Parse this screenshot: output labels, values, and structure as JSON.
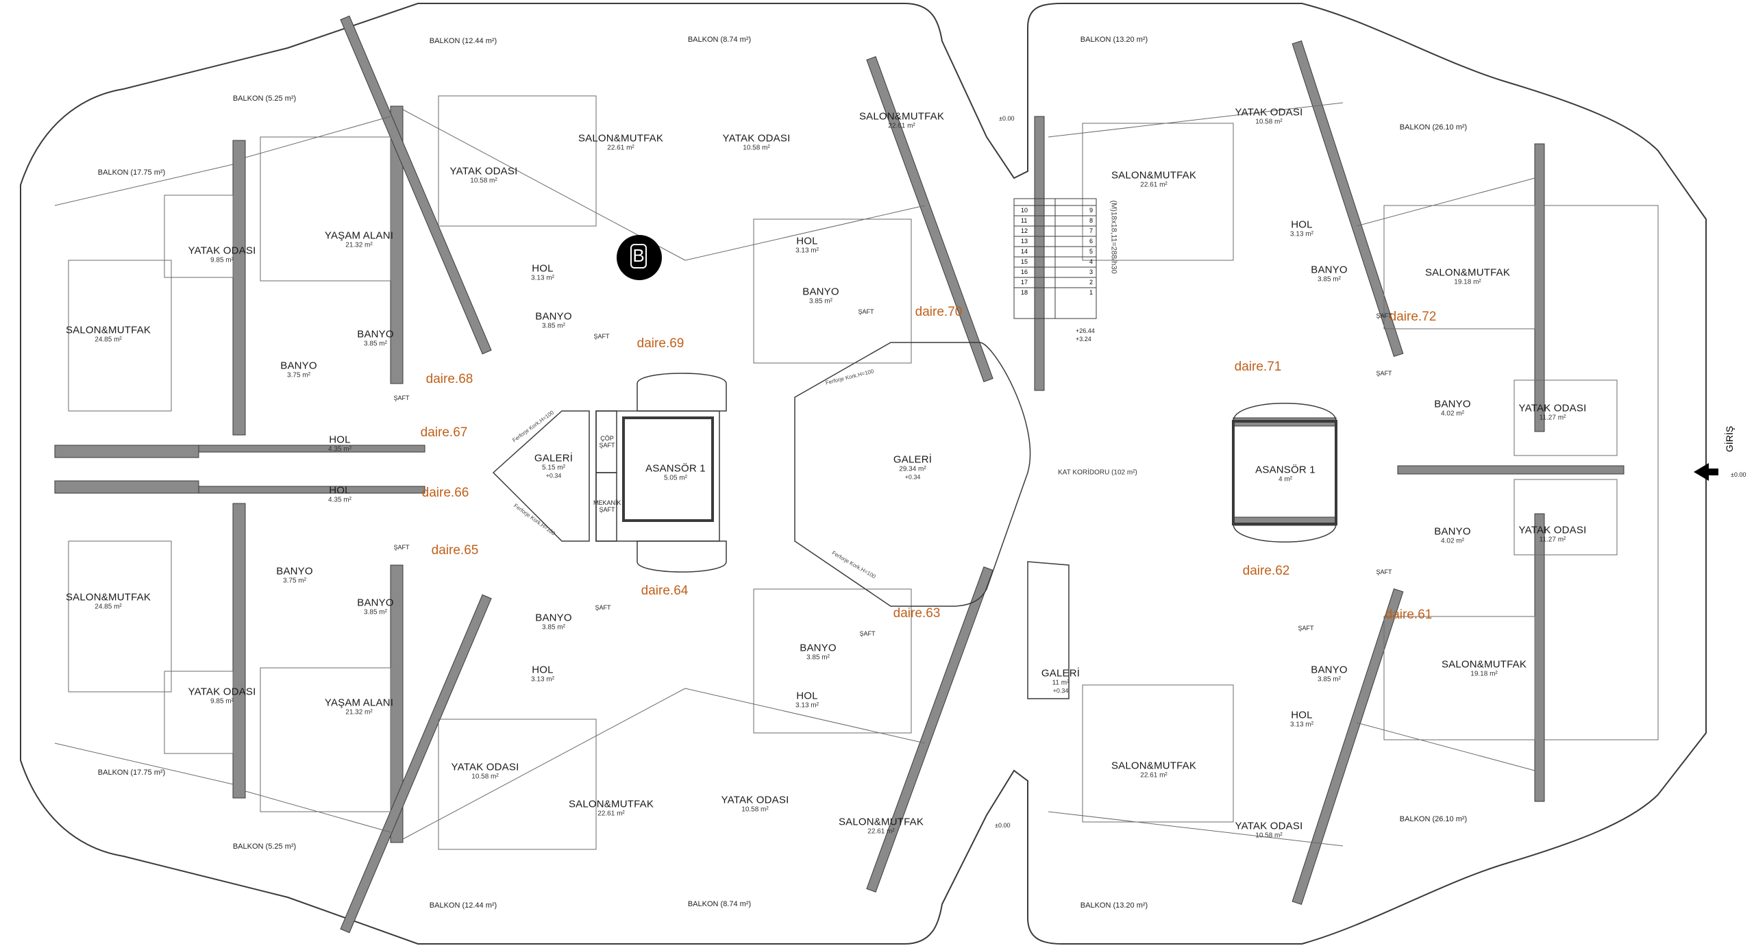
{
  "block": {
    "letter": "B"
  },
  "entrance": {
    "label": "GİRİŞ",
    "level": "±0.00"
  },
  "apartments": [
    {
      "id": "a61",
      "label": "daire.61"
    },
    {
      "id": "a62",
      "label": "daire.62"
    },
    {
      "id": "a63",
      "label": "daire.63"
    },
    {
      "id": "a64",
      "label": "daire.64"
    },
    {
      "id": "a65",
      "label": "daire.65"
    },
    {
      "id": "a66",
      "label": "daire.66"
    },
    {
      "id": "a67",
      "label": "daire.67"
    },
    {
      "id": "a68",
      "label": "daire.68"
    },
    {
      "id": "a69",
      "label": "daire.69"
    },
    {
      "id": "a70",
      "label": "daire.70"
    },
    {
      "id": "a71",
      "label": "daire.71"
    },
    {
      "id": "a72",
      "label": "daire.72"
    }
  ],
  "rooms": [
    {
      "name": "SALON&MUTFAK",
      "area": "24.85 m²"
    },
    {
      "name": "YATAK ODASI",
      "area": "9.85 m²"
    },
    {
      "name": "YAŞAM ALANI",
      "area": "21.32 m²"
    },
    {
      "name": "BANYO",
      "area": "3.75 m²"
    },
    {
      "name": "BANYO",
      "area": "3.85 m²"
    },
    {
      "name": "YATAK ODASI",
      "area": "10.58 m²"
    },
    {
      "name": "SALON&MUTFAK",
      "area": "22.61 m²"
    },
    {
      "name": "HOL",
      "area": "3.13 m²"
    },
    {
      "name": "BANYO",
      "area": "3.85 m²"
    },
    {
      "name": "YATAK ODASI",
      "area": "10.58 m²"
    },
    {
      "name": "SALON&MUTFAK",
      "area": "22.61 m²"
    },
    {
      "name": "HOL",
      "area": "3.13 m²"
    },
    {
      "name": "BANYO",
      "area": "3.85 m²"
    },
    {
      "name": "YATAK ODASI",
      "area": "10.58 m²"
    },
    {
      "name": "SALON&MUTFAK",
      "area": "22.61 m²"
    },
    {
      "name": "HOL",
      "area": "3.13 m²"
    },
    {
      "name": "BANYO",
      "area": "3.85 m²"
    },
    {
      "name": "SALON&MUTFAK",
      "area": "19.18 m²"
    },
    {
      "name": "BANYO",
      "area": "4.02 m²"
    },
    {
      "name": "YATAK ODASI",
      "area": "11.27 m²"
    },
    {
      "name": "BANYO",
      "area": "4.02 m²"
    },
    {
      "name": "YATAK ODASI",
      "area": "11.27 m²"
    },
    {
      "name": "SALON&MUTFAK",
      "area": "19.18 m²"
    },
    {
      "name": "BANYO",
      "area": "3.85 m²"
    },
    {
      "name": "HOL",
      "area": "3.13 m²"
    },
    {
      "name": "SALON&MUTFAK",
      "area": "22.61 m²"
    },
    {
      "name": "YATAK ODASI",
      "area": "10.58 m²"
    },
    {
      "name": "BANYO",
      "area": "3.85 m²"
    },
    {
      "name": "HOL",
      "area": "3.13 m²"
    },
    {
      "name": "YATAK ODASI",
      "area": "10.58 m²"
    },
    {
      "name": "SALON&MUTFAK",
      "area": "22.61 m²"
    },
    {
      "name": "BANYO",
      "area": "3.85 m²"
    },
    {
      "name": "HOL",
      "area": "3.13 m²"
    },
    {
      "name": "YATAK ODASI",
      "area": "10.58 m²"
    },
    {
      "name": "SALON&MUTFAK",
      "area": "22.61 m²"
    },
    {
      "name": "BANYO",
      "area": "3.75 m²"
    },
    {
      "name": "BANYO",
      "area": "3.85 m²"
    },
    {
      "name": "SALON&MUTFAK",
      "area": "24.85 m²"
    },
    {
      "name": "YATAK ODASI",
      "area": "9.85 m²"
    },
    {
      "name": "YAŞAM ALANI",
      "area": "21.32 m²"
    },
    {
      "name": "HOL",
      "area": "4.35 m²"
    },
    {
      "name": "HOL",
      "area": "4.35 m²"
    },
    {
      "name": "GALERİ",
      "area": "5.15 m²",
      "extra": "+0.34"
    },
    {
      "name": "ASANSÖR 1",
      "area": "5.05 m²"
    },
    {
      "name": "GALERİ",
      "area": "29.34 m²",
      "extra": "+0.34"
    },
    {
      "name": "ASANSÖR 1",
      "area": "4 m²"
    },
    {
      "name": "GALERİ",
      "area": "11 m²",
      "extra": "+0.34"
    },
    {
      "name": "KAT KORİDORU (102 m²)",
      "area": ""
    }
  ],
  "balconies": [
    "BALKON (12.44 m²)",
    "BALKON (8.74 m²)",
    "BALKON (13.20 m²)",
    "BALKON (5.25 m²)",
    "BALKON (17.75 m²)",
    "BALKON (26.10 m²)",
    "BALKON (26.10 m²)",
    "BALKON (17.75 m²)",
    "BALKON (5.25 m²)",
    "BALKON (12.44 m²)",
    "BALKON (8.74 m²)",
    "BALKON (13.20 m²)"
  ],
  "shafts": [
    "ŞAFT",
    "ŞAFT",
    "ŞAFT",
    "ŞAFT",
    "ŞAFT",
    "ŞAFT",
    "ŞAFT",
    "ŞAFT",
    "ŞAFT",
    "ŞAFT"
  ],
  "core": {
    "cop_saft": "ÇÖP ŞAFT",
    "mekanik_saft": "MEKANİK ŞAFT"
  },
  "railings": [
    "Ferforje Kork.H=100",
    "Ferforje Kork.H=100",
    "Ferforje Kork.H=100",
    "Ferforje Kork.H=100"
  ],
  "levels": [
    "±0.00",
    "±0.00",
    "+26.44",
    "+3.24"
  ],
  "stair": {
    "label": "(M)18x18,11=288/h30",
    "steps": [
      "1",
      "2",
      "3",
      "4",
      "5",
      "6",
      "7",
      "8",
      "9",
      "10",
      "11",
      "12",
      "13",
      "14",
      "15",
      "16",
      "17",
      "18"
    ]
  },
  "colors": {
    "apartment_label": "#c0601a",
    "line": "#3a3a3a",
    "wall_fill": "#8a8a8a"
  }
}
